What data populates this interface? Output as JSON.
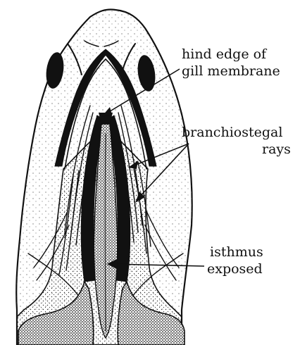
{
  "labels": {
    "gill_membrane_line1": "hind edge of",
    "gill_membrane_line2": "gill membrane",
    "branchiostegal_line1": "branchiostegal",
    "branchiostegal_line2": "rays",
    "isthmus_line1": "isthmus",
    "isthmus_line2": "exposed"
  },
  "colors": {
    "ink": "#111111",
    "background": "#ffffff",
    "stipple": "#333333"
  }
}
